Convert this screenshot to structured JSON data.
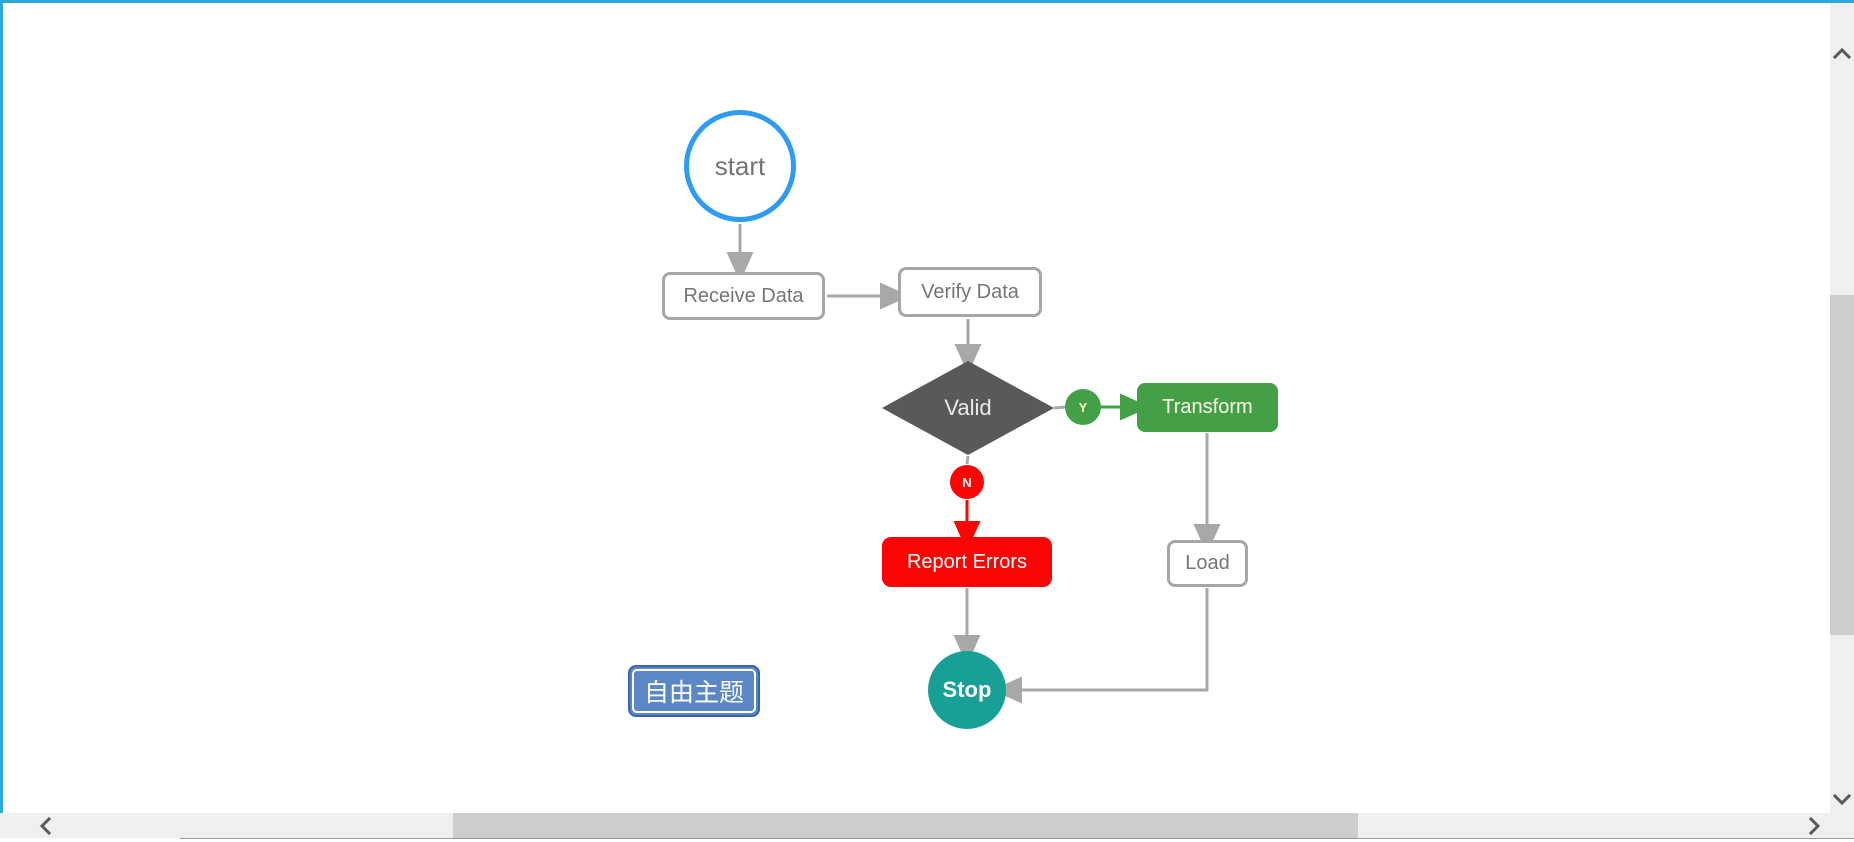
{
  "window": {
    "border_color": "#2fa7db",
    "canvas_background": "#ffffff"
  },
  "colors": {
    "connector_gray": "#a8a8a8",
    "node_border_gray": "#a6a6a6",
    "node_text_gray": "#757575",
    "start_blue": "#2e9cf4",
    "decision_dark_gray": "#595959",
    "branch_green": "#43a047",
    "branch_red": "#fb0404",
    "stop_teal": "#18a096",
    "root_theme_blue": "#5b87c7",
    "scrollbar_track": "#efefef",
    "scrollbar_thumb": "#cdcdcd"
  },
  "nodes": {
    "start": {
      "label": "start",
      "shape": "circle"
    },
    "receive": {
      "label": "Receive Data",
      "shape": "rounded-rect"
    },
    "verify": {
      "label": "Verify Data",
      "shape": "rounded-rect"
    },
    "valid": {
      "label": "Valid",
      "shape": "diamond"
    },
    "branch_yes": {
      "label": "Y",
      "shape": "circle-badge"
    },
    "transform": {
      "label": "Transform",
      "shape": "rounded-rect"
    },
    "branch_no": {
      "label": "N",
      "shape": "circle-badge"
    },
    "report_errors": {
      "label": "Report Errors",
      "shape": "rounded-rect"
    },
    "load": {
      "label": "Load",
      "shape": "rounded-rect"
    },
    "stop": {
      "label": "Stop",
      "shape": "circle"
    },
    "root_theme": {
      "label": "自由主题",
      "shape": "rounded-rect-double-border"
    }
  },
  "edges": [
    {
      "from": "start",
      "to": "receive",
      "color": "gray"
    },
    {
      "from": "receive",
      "to": "verify",
      "color": "gray"
    },
    {
      "from": "verify",
      "to": "valid",
      "color": "gray"
    },
    {
      "from": "valid",
      "to": "transform",
      "via": "Y",
      "color": "green"
    },
    {
      "from": "valid",
      "to": "report_errors",
      "via": "N",
      "color": "red"
    },
    {
      "from": "transform",
      "to": "load",
      "color": "gray"
    },
    {
      "from": "load",
      "to": "stop",
      "color": "gray"
    },
    {
      "from": "report_errors",
      "to": "stop",
      "color": "gray"
    }
  ],
  "icons": {
    "scroll_up": "chevron-up",
    "scroll_down": "chevron-down",
    "scroll_left": "chevron-left",
    "scroll_right": "chevron-right"
  }
}
